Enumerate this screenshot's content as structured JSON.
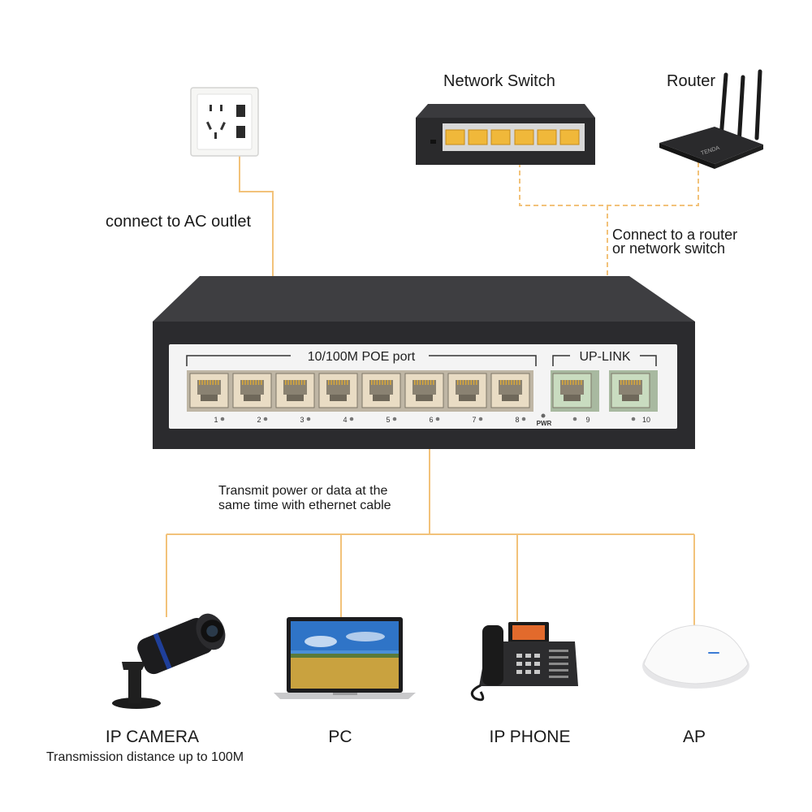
{
  "labels": {
    "network_switch": "Network Switch",
    "router": "Router",
    "ac_outlet": "connect to AC outlet",
    "router_or_switch_line1": "Connect to a router",
    "router_or_switch_line2": "or network switch",
    "transmit_line1": "Transmit power or data at the",
    "transmit_line2": "same time with ethernet cable"
  },
  "switch": {
    "poe_group_label": "10/100M POE port",
    "uplink_group_label": "UP-LINK",
    "port_numbers": [
      "1",
      "2",
      "3",
      "4",
      "5",
      "6",
      "7",
      "8"
    ],
    "uplink_port_numbers": [
      "9",
      "10"
    ],
    "power_label": "PWR"
  },
  "devices": [
    {
      "name": "IP CAMERA",
      "icon": "ip-camera-icon",
      "note": "Transmission distance up to 100M"
    },
    {
      "name": "PC",
      "icon": "laptop-icon"
    },
    {
      "name": "IP PHONE",
      "icon": "ip-phone-icon"
    },
    {
      "name": "AP",
      "icon": "access-point-icon"
    }
  ],
  "colors": {
    "cable": "#f2c27a",
    "switch_body": "#2b2b2e",
    "port_poe": "#e9dcc4",
    "port_uplink": "#c9dcc0",
    "panel": "#f4f4f4"
  }
}
